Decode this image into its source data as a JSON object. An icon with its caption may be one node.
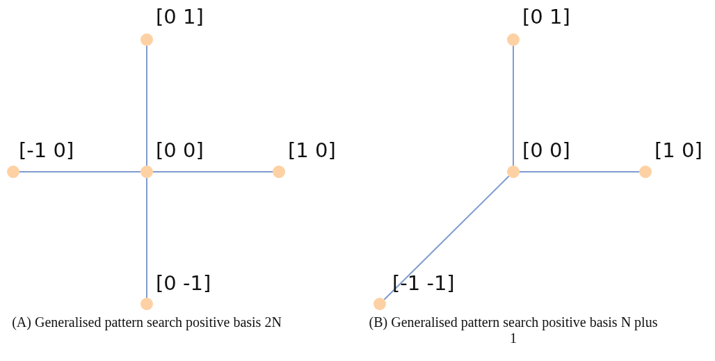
{
  "diagram": {
    "nodes": [
      {
        "text": [],
        "shape": "circle",
        "beside": [
          "[0 1]"
        ]
      },
      {
        "text": [],
        "shape": "circle",
        "beside": [
          "[-1 0]"
        ]
      },
      {
        "text": [],
        "shape": "circle",
        "beside": [
          "[0 0]"
        ]
      },
      {
        "text": [],
        "shape": "circle",
        "beside": [
          "[1 0]"
        ]
      },
      {
        "text": [],
        "shape": "circle",
        "beside": [
          "[0 -1]"
        ]
      },
      {
        "text": [],
        "shape": "circle",
        "beside": [
          "[0 1]"
        ]
      },
      {
        "text": [],
        "shape": "circle",
        "beside": [
          "[0 0]"
        ]
      },
      {
        "text": [],
        "shape": "circle",
        "beside": [
          "[1 0]"
        ]
      },
      {
        "text": [],
        "shape": "circle",
        "beside": [
          "[-1 -1]"
        ]
      }
    ],
    "edges": [
      {
        "from": 2,
        "to": 0,
        "arrow": "none"
      },
      {
        "from": 2,
        "to": 1,
        "arrow": "none"
      },
      {
        "from": 2,
        "to": 3,
        "arrow": "none"
      },
      {
        "from": 2,
        "to": 4,
        "arrow": "none"
      },
      {
        "from": 6,
        "to": 5,
        "arrow": "none"
      },
      {
        "from": 6,
        "to": 7,
        "arrow": "none"
      },
      {
        "from": 6,
        "to": 8,
        "arrow": "none"
      }
    ],
    "labels": [
      "(A) Generalised pattern search positive basis 2N",
      "(B) Generalised pattern search positive basis N plus 1"
    ]
  }
}
